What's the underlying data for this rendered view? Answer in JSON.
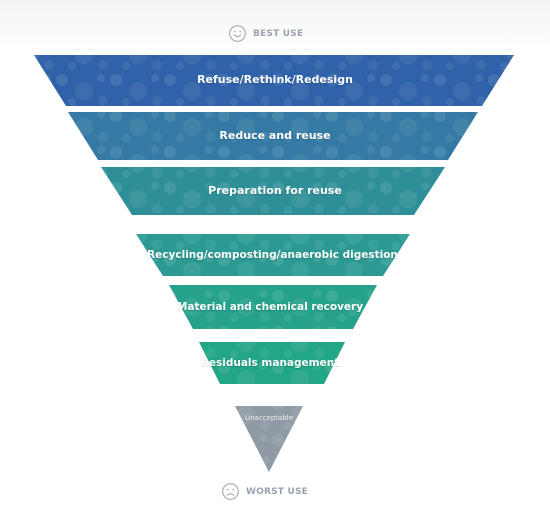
{
  "markers": {
    "best_label": "BEST USE",
    "worst_label": "WORST USE",
    "best_icon": "smiley-face-icon",
    "worst_icon": "sad-face-icon"
  },
  "tiers": [
    {
      "label": "Refuse/Rethink/Redesign",
      "color": "#2f62a8"
    },
    {
      "label": "Reduce and reuse",
      "color": "#347aa4"
    },
    {
      "label": "Preparation for reuse",
      "color": "#2f8f98"
    },
    {
      "label": "Recycling/composting/anaerobic digestion",
      "color": "#2c9a93"
    },
    {
      "label": "Material and chemical recovery",
      "color": "#26a18c"
    },
    {
      "label": "Residuals management",
      "color": "#23a587"
    },
    {
      "label": "Unacceptable",
      "color": "#8f9aa5"
    }
  ],
  "colors": {
    "marker_text": "#9aa3ad",
    "background": "#ffffff"
  }
}
